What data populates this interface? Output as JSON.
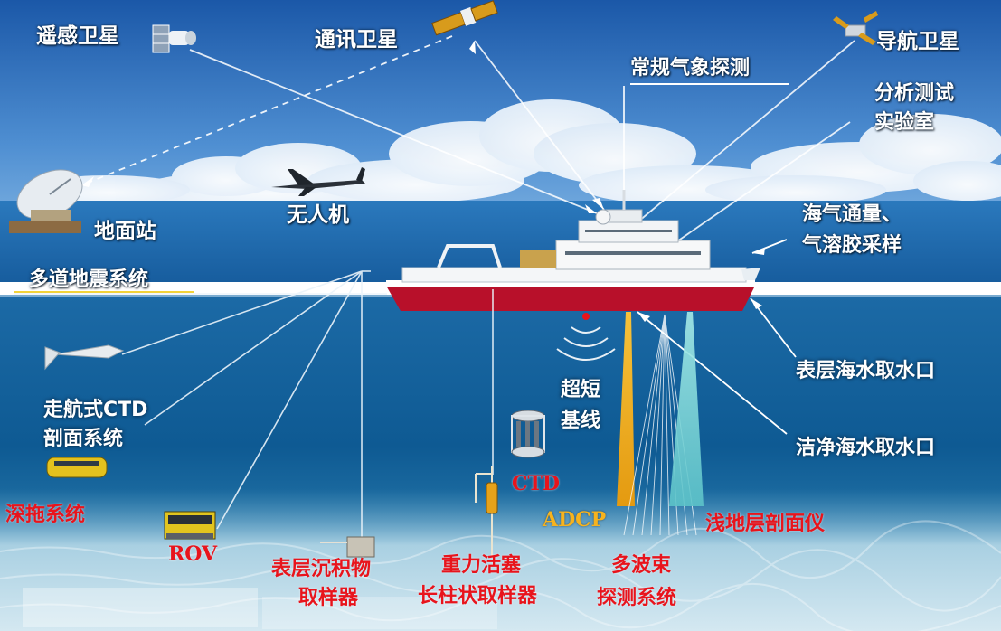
{
  "labels": {
    "remote_sensing_satellite": "遥感卫星",
    "communication_satellite": "通讯卫星",
    "navigation_satellite": "导航卫星",
    "weather_observation": "常规气象探测",
    "lab_line1": "分析测试",
    "lab_line2": "实验室",
    "ground_station": "地面站",
    "uav": "无人机",
    "air_sea_flux_line1": "海气通量、",
    "air_sea_flux_line2": "气溶胶采样",
    "multichannel_seismic": "多道地震系统",
    "surface_water_intake": "表层海水取水口",
    "clean_water_intake": "洁净海水取水口",
    "underway_ctd_line1": "走航式CTD",
    "underway_ctd_line2": "剖面系统",
    "usbl_line1": "超短",
    "usbl_line2": "基线",
    "deep_tow": "深拖系统",
    "rov": "ROV",
    "ctd": "CTD",
    "adcp": "ADCP",
    "sub_bottom_profiler": "浅地层剖面仪",
    "surface_sediment_line1": "表层沉积物",
    "surface_sediment_line2": "取样器",
    "gravity_piston_line1": "重力活塞",
    "gravity_piston_line2": "长柱状取样器",
    "multibeam_line1": "多波束",
    "multibeam_line2": "探测系统"
  },
  "colors": {
    "label_white": "#ffffff",
    "label_red": "#e8141c",
    "label_yellow": "#f7b31e",
    "sky_top": "#1d5fae",
    "sky_bottom": "#7fb3e3",
    "sea_surface": "#1f6fa8",
    "sea_deep": "#0c4f86",
    "seabed": "#9cc6dc",
    "ship_hull": "#b8102a",
    "adcp_beam": "#f2b21c",
    "profiler_beam": "#7fd6d6"
  }
}
